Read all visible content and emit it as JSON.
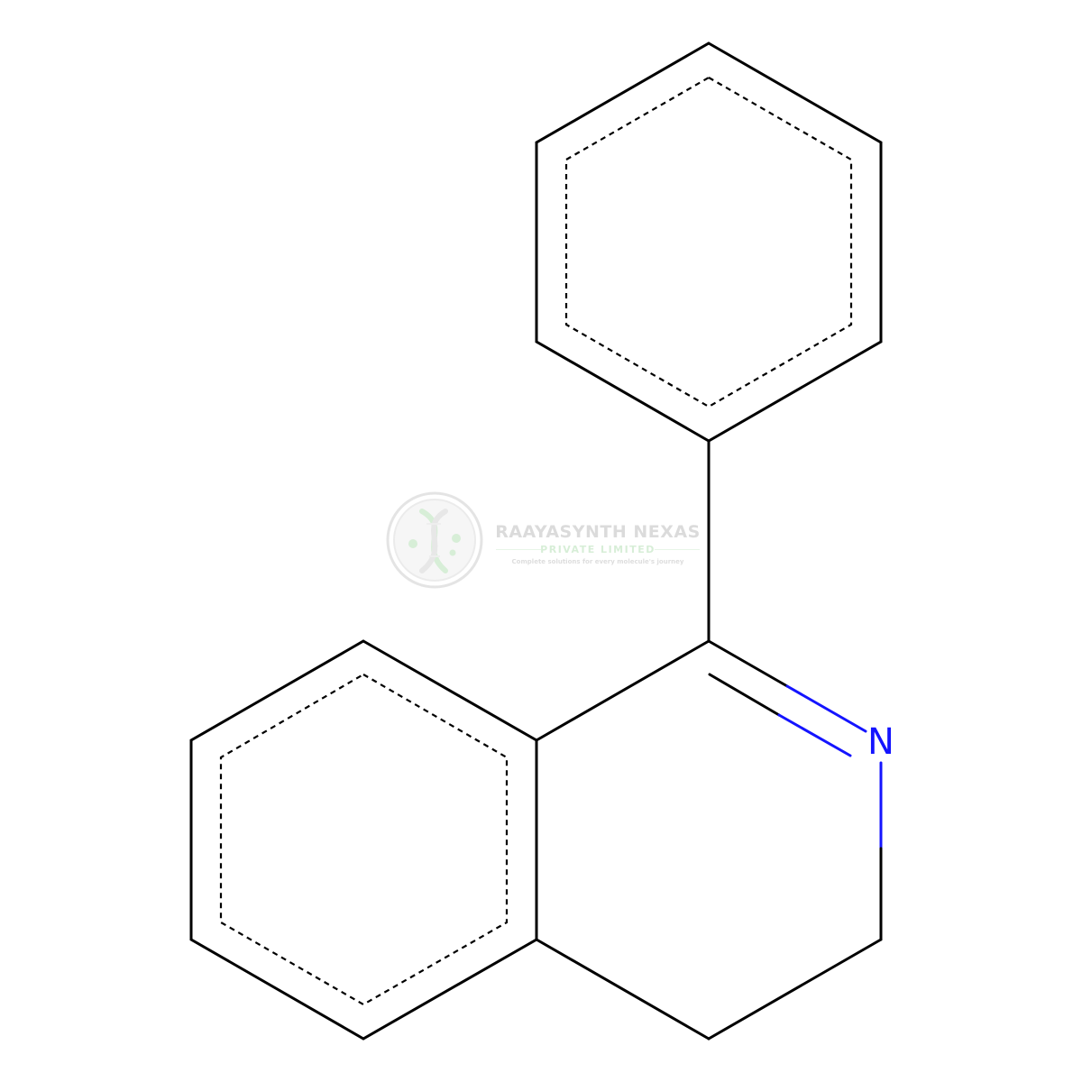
{
  "molecule": {
    "atoms": [
      {
        "label": "N",
        "color": "#1414ff"
      }
    ]
  },
  "watermark": {
    "title": "RAAYASYNTH NEXAS",
    "subtitle": "PRIVATE LIMITED",
    "tagline": "Complete solutions for every molecule's journey"
  },
  "colors": {
    "bond": "#000000",
    "nitrogen": "#1414ff",
    "watermark_green": "#8fcf8f",
    "watermark_grey": "#9a9a9a"
  }
}
